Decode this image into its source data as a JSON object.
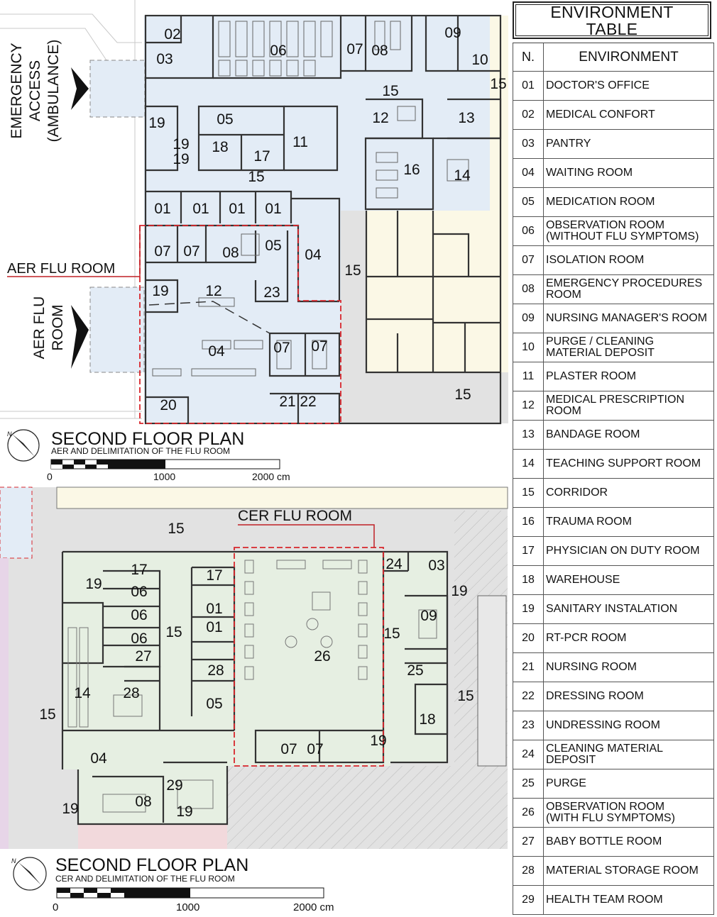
{
  "table": {
    "title_line1": "ENVIRONMENT",
    "title_line2": "TABLE",
    "col_n": "N.",
    "col_env": "ENVIRONMENT",
    "rows": [
      {
        "n": "01",
        "name": "DOCTOR'S OFFICE"
      },
      {
        "n": "02",
        "name": "MEDICAL CONFORT"
      },
      {
        "n": "03",
        "name": "PANTRY"
      },
      {
        "n": "04",
        "name": "WAITING ROOM"
      },
      {
        "n": "05",
        "name": "MEDICATION ROOM"
      },
      {
        "n": "06",
        "name": "OBSERVATION ROOM\n(WITHOUT FLU SYMPTOMS)"
      },
      {
        "n": "07",
        "name": "ISOLATION ROOM"
      },
      {
        "n": "08",
        "name": "EMERGENCY PROCEDURES\nROOM"
      },
      {
        "n": "09",
        "name": "NURSING MANAGER'S ROOM"
      },
      {
        "n": "10",
        "name": "PURGE / CLEANING\nMATERIAL DEPOSIT"
      },
      {
        "n": "11",
        "name": "PLASTER ROOM"
      },
      {
        "n": "12",
        "name": "MEDICAL PRESCRIPTION\nROOM"
      },
      {
        "n": "13",
        "name": "BANDAGE ROOM"
      },
      {
        "n": "14",
        "name": "TEACHING SUPPORT ROOM"
      },
      {
        "n": "15",
        "name": "CORRIDOR"
      },
      {
        "n": "16",
        "name": "TRAUMA ROOM"
      },
      {
        "n": "17",
        "name": "PHYSICIAN ON DUTY ROOM"
      },
      {
        "n": "18",
        "name": "WAREHOUSE"
      },
      {
        "n": "19",
        "name": "SANITARY INSTALATION"
      },
      {
        "n": "20",
        "name": "RT-PCR ROOM"
      },
      {
        "n": "21",
        "name": "NURSING ROOM"
      },
      {
        "n": "22",
        "name": "DRESSING ROOM"
      },
      {
        "n": "23",
        "name": "UNDRESSING ROOM"
      },
      {
        "n": "24",
        "name": "CLEANING MATERIAL\nDEPOSIT"
      },
      {
        "n": "25",
        "name": "PURGE"
      },
      {
        "n": "26",
        "name": "OBSERVATION ROOM\n(WITH FLU SYMPTOMS)"
      },
      {
        "n": "27",
        "name": "BABY BOTTLE ROOM"
      },
      {
        "n": "28",
        "name": "MATERIAL STORAGE ROOM"
      },
      {
        "n": "29",
        "name": "HEALTH TEAM ROOM"
      }
    ]
  },
  "plan_top": {
    "title": "SECOND FLOOR PLAN",
    "subtitle": "AER AND DELIMITATION OF THE FLU ROOM",
    "scale_0": "0",
    "scale_1000": "1000",
    "scale_2000": "2000 cm",
    "emergency_line1": "EMERGENCY",
    "emergency_line2": "ACCESS",
    "emergency_line3": "(AMBULANCE)",
    "flu_access_line1": "AER FLU",
    "flu_access_line2": "ROOM",
    "flu_room_callout": "AER FLU ROOM",
    "room_labels": {
      "r02": "02",
      "r03": "03",
      "r06": "06",
      "r07a": "07",
      "r08a": "08",
      "r09": "09",
      "r10": "10",
      "r15a": "15",
      "r15b": "15",
      "r12a": "12",
      "r13": "13",
      "r05a": "05",
      "r19a": "19",
      "r19b": "19",
      "r19c": "19",
      "r18": "18",
      "r17": "17",
      "r11": "11",
      "r16": "16",
      "r14": "14",
      "r15c": "15",
      "r01a": "01",
      "r01b": "01",
      "r01c": "01",
      "r01d": "01",
      "r07b": "07",
      "r07c": "07",
      "r08b": "08",
      "r05b": "05",
      "r04a": "04",
      "r15d": "15",
      "r19d": "19",
      "r12b": "12",
      "r23": "23",
      "r04b": "04",
      "r07d": "07",
      "r07e": "07",
      "r20": "20",
      "r21": "21",
      "r22": "22",
      "r15e": "15"
    }
  },
  "plan_bottom": {
    "title": "SECOND FLOOR PLAN",
    "subtitle": "CER AND DELIMITATION OF THE FLU ROOM",
    "scale_0": "0",
    "scale_1000": "1000",
    "scale_2000": "2000 cm",
    "flu_room_callout": "CER FLU ROOM",
    "room_labels": {
      "r15a": "15",
      "r17a": "17",
      "r17b": "17",
      "r24": "24",
      "r03": "03",
      "r19a": "19",
      "r19b": "19",
      "r06a": "06",
      "r01a": "01",
      "r06b": "06",
      "r01b": "01",
      "r09": "09",
      "r06c": "06",
      "r15b": "15",
      "r15c": "15",
      "r27": "27",
      "r26": "26",
      "r28a": "28",
      "r25": "25",
      "r14": "14",
      "r28b": "28",
      "r05": "05",
      "r15d": "15",
      "r15e": "15",
      "r18": "18",
      "r04": "04",
      "r07a": "07",
      "r07b": "07",
      "r19c": "19",
      "r29": "29",
      "r08": "08",
      "r19d": "19",
      "r19e": "19"
    }
  },
  "colors": {
    "blue_zone": "#e3ecf6",
    "yellow_zone": "#fbf8e6",
    "green_zone": "#e6efe2",
    "grey_zone": "#e2e2e2",
    "pink_zone": "#f2d9dc",
    "purple_zone": "#e7d5e8",
    "flu_boundary": "#d8262c"
  }
}
